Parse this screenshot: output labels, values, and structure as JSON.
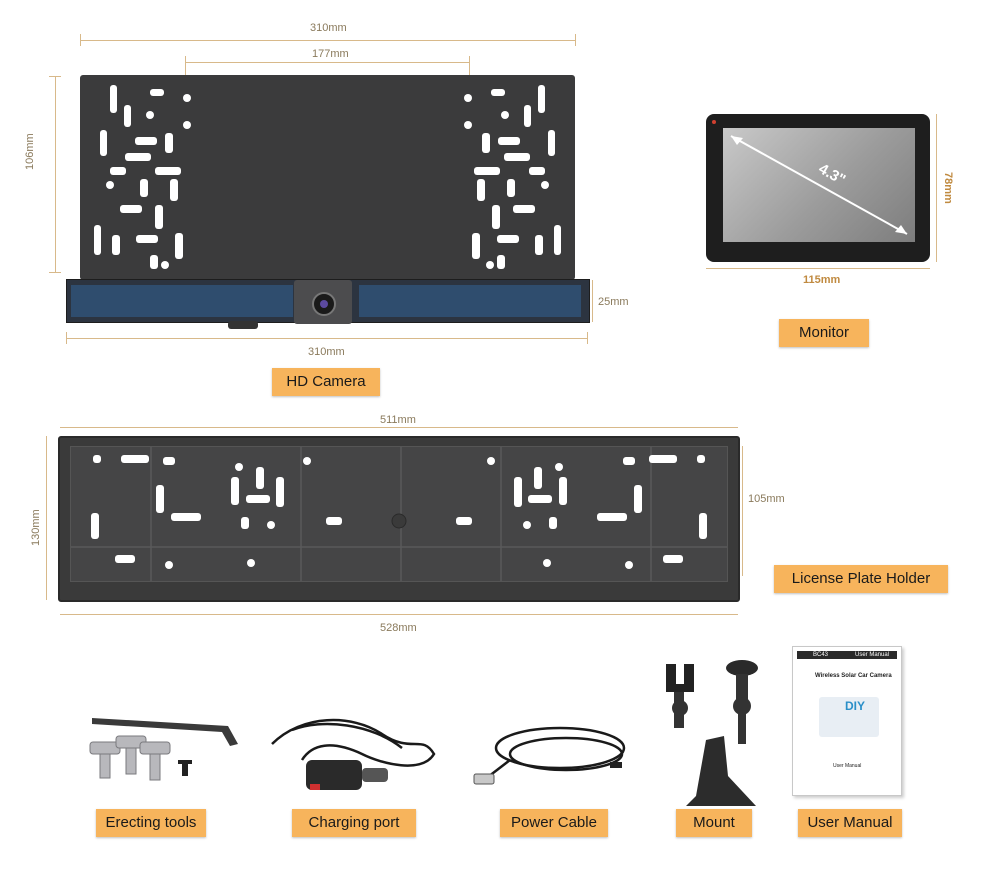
{
  "dimensions": {
    "camera_width_top": "310mm",
    "camera_hole_spacing": "177mm",
    "camera_height": "106mm",
    "camera_bar_height": "25mm",
    "camera_width_bottom": "310mm",
    "monitor_diagonal": "4.3\"",
    "monitor_height": "78mm",
    "monitor_width": "115mm",
    "holder_inner_width": "511mm",
    "holder_inner_height": "105mm",
    "holder_height": "130mm",
    "holder_width": "528mm"
  },
  "labels": {
    "hd_camera": "HD Camera",
    "monitor": "Monitor",
    "license_plate_holder": "License Plate Holder",
    "erecting_tools": "Erecting tools",
    "charging_port": "Charging  port",
    "power_cable": "Power Cable",
    "mount": "Mount",
    "user_manual": "User Manual"
  },
  "manual": {
    "model": "BC43",
    "header": "User Manual",
    "title": "Wireless Solar Car Camera",
    "brand": "DIY",
    "footer": "User Manual"
  },
  "colors": {
    "label_bg": "#f7b45c",
    "plate": "#3b3b3c",
    "dimension_line": "#d8b98a"
  }
}
